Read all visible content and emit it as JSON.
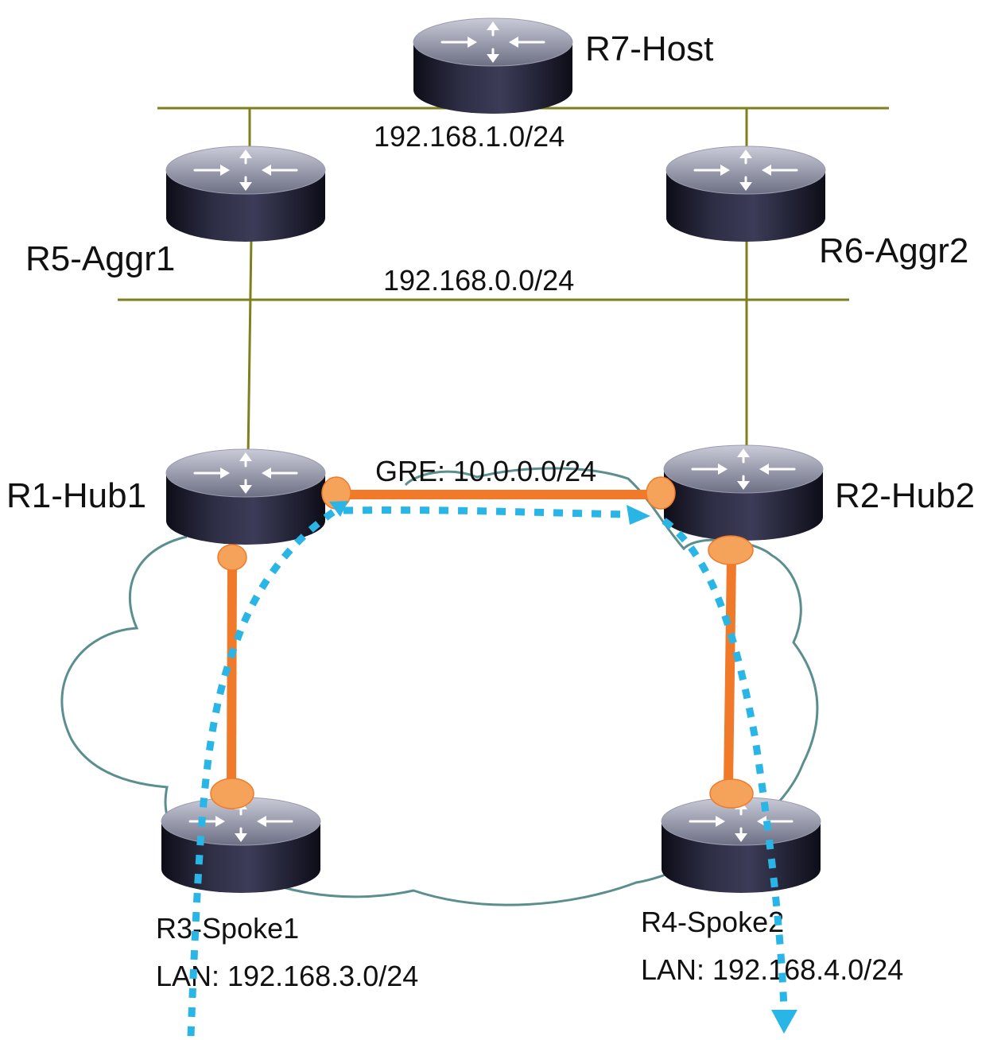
{
  "routers": {
    "r7": "R7-Host",
    "r5": "R5-Aggr1",
    "r6": "R6-Aggr2",
    "r1": "R1-Hub1",
    "r2": "R2-Hub2",
    "r3": "R3-Spoke1",
    "r4": "R4-Spoke2"
  },
  "networks": {
    "top": "192.168.1.0/24",
    "middle": "192.168.0.0/24",
    "gre": "GRE: 10.0.0.0/24",
    "lan_spoke1": "LAN: 192.168.3.0/24",
    "lan_spoke2": "LAN: 192.168.4.0/24"
  },
  "colors": {
    "ethernet_link": "#7f7f1e",
    "tunnel": "#f07a2a",
    "tunnel_endpoint": "#f5a25a",
    "traffic_path": "#29b6e6",
    "cloud_outline": "#5b8f8f"
  },
  "icons": {
    "router": "router-icon",
    "cloud": "cloud-icon"
  }
}
